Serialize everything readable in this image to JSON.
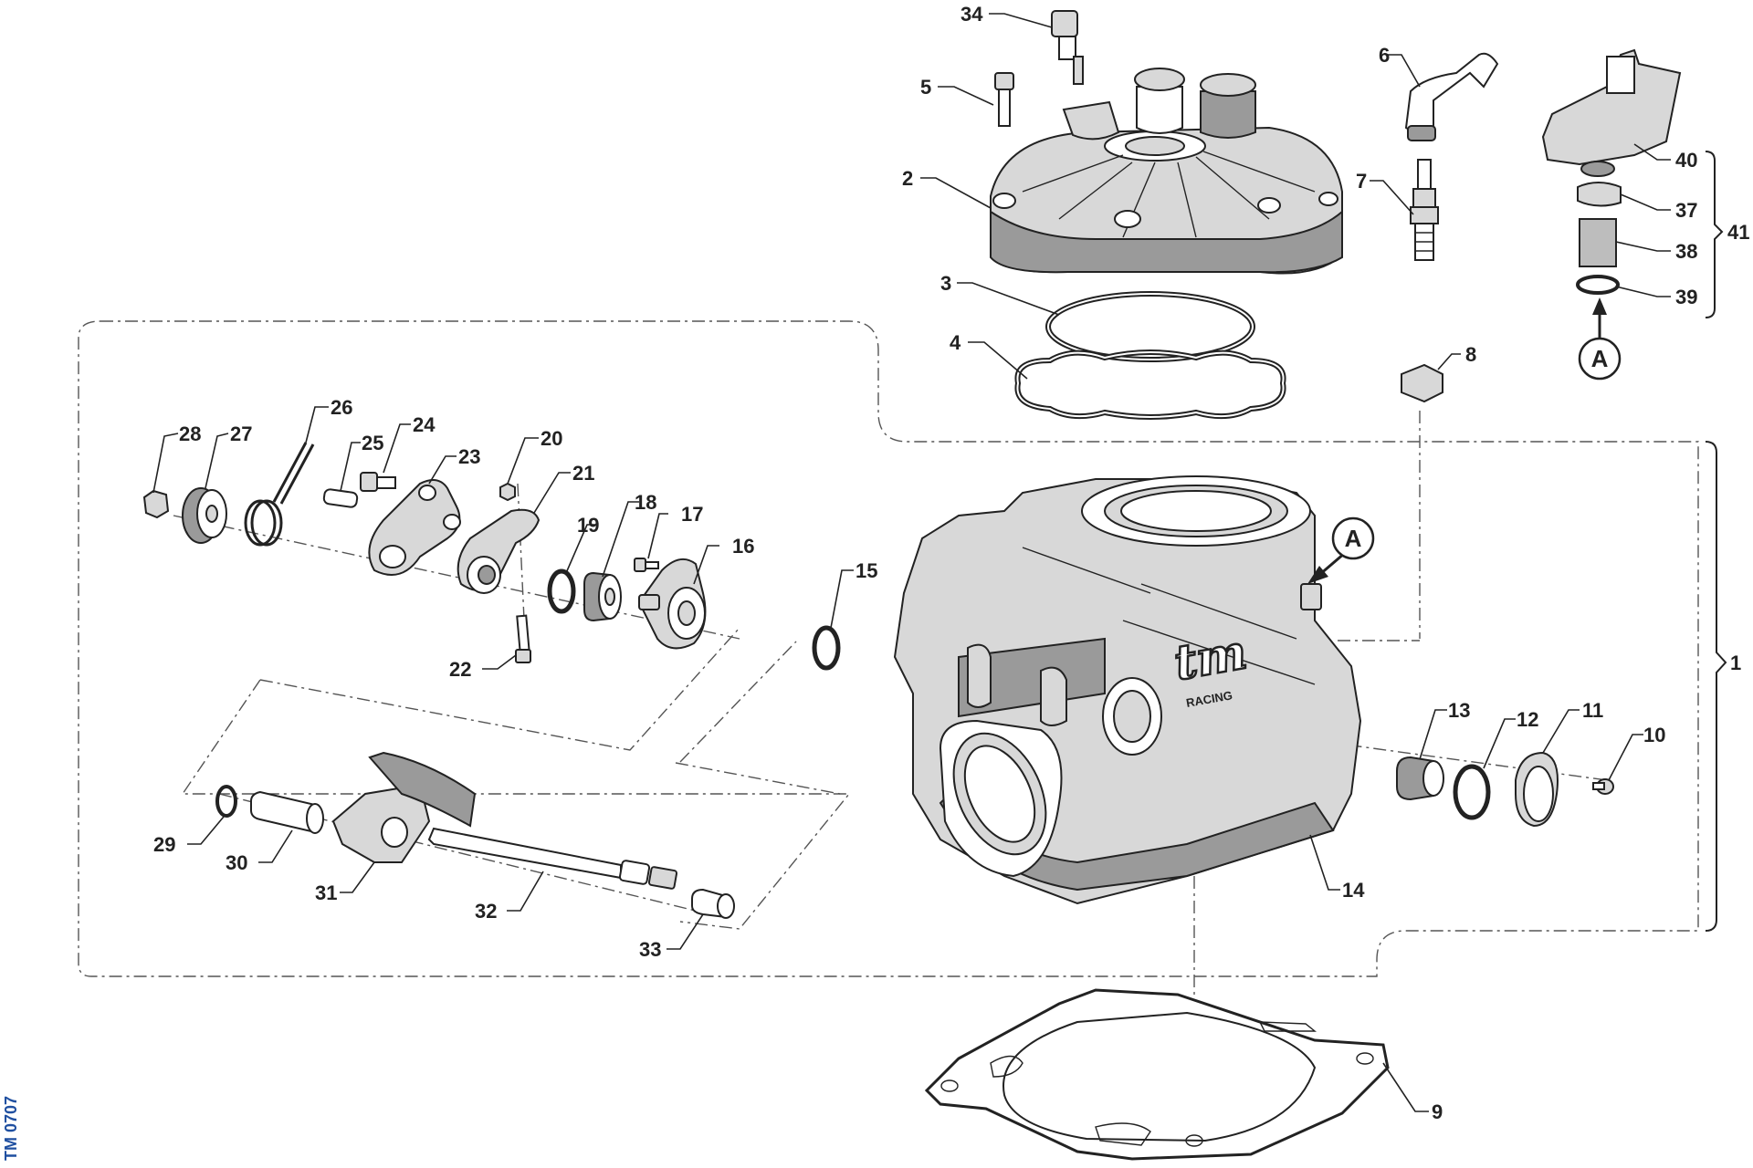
{
  "document_ref": "TM 0707",
  "callouts": [
    {
      "id": "34",
      "label": "34"
    },
    {
      "id": "5",
      "label": "5"
    },
    {
      "id": "2",
      "label": "2"
    },
    {
      "id": "3",
      "label": "3"
    },
    {
      "id": "4",
      "label": "4"
    },
    {
      "id": "6",
      "label": "6"
    },
    {
      "id": "7",
      "label": "7"
    },
    {
      "id": "8",
      "label": "8"
    },
    {
      "id": "40",
      "label": "40"
    },
    {
      "id": "37",
      "label": "37"
    },
    {
      "id": "38",
      "label": "38"
    },
    {
      "id": "39",
      "label": "39"
    },
    {
      "id": "41",
      "label": "41"
    },
    {
      "id": "1",
      "label": "1"
    },
    {
      "id": "28",
      "label": "28"
    },
    {
      "id": "27",
      "label": "27"
    },
    {
      "id": "26",
      "label": "26"
    },
    {
      "id": "25",
      "label": "25"
    },
    {
      "id": "24",
      "label": "24"
    },
    {
      "id": "23",
      "label": "23"
    },
    {
      "id": "20",
      "label": "20"
    },
    {
      "id": "21",
      "label": "21"
    },
    {
      "id": "19",
      "label": "19"
    },
    {
      "id": "18",
      "label": "18"
    },
    {
      "id": "17",
      "label": "17"
    },
    {
      "id": "16",
      "label": "16"
    },
    {
      "id": "15",
      "label": "15"
    },
    {
      "id": "22",
      "label": "22"
    },
    {
      "id": "29",
      "label": "29"
    },
    {
      "id": "30",
      "label": "30"
    },
    {
      "id": "31",
      "label": "31"
    },
    {
      "id": "32",
      "label": "32"
    },
    {
      "id": "33",
      "label": "33"
    },
    {
      "id": "13",
      "label": "13"
    },
    {
      "id": "12",
      "label": "12"
    },
    {
      "id": "11",
      "label": "11"
    },
    {
      "id": "10",
      "label": "10"
    },
    {
      "id": "14",
      "label": "14"
    },
    {
      "id": "9",
      "label": "9"
    }
  ],
  "detail_marker": "A",
  "logo_text": "tm",
  "logo_subtext": "RACING"
}
